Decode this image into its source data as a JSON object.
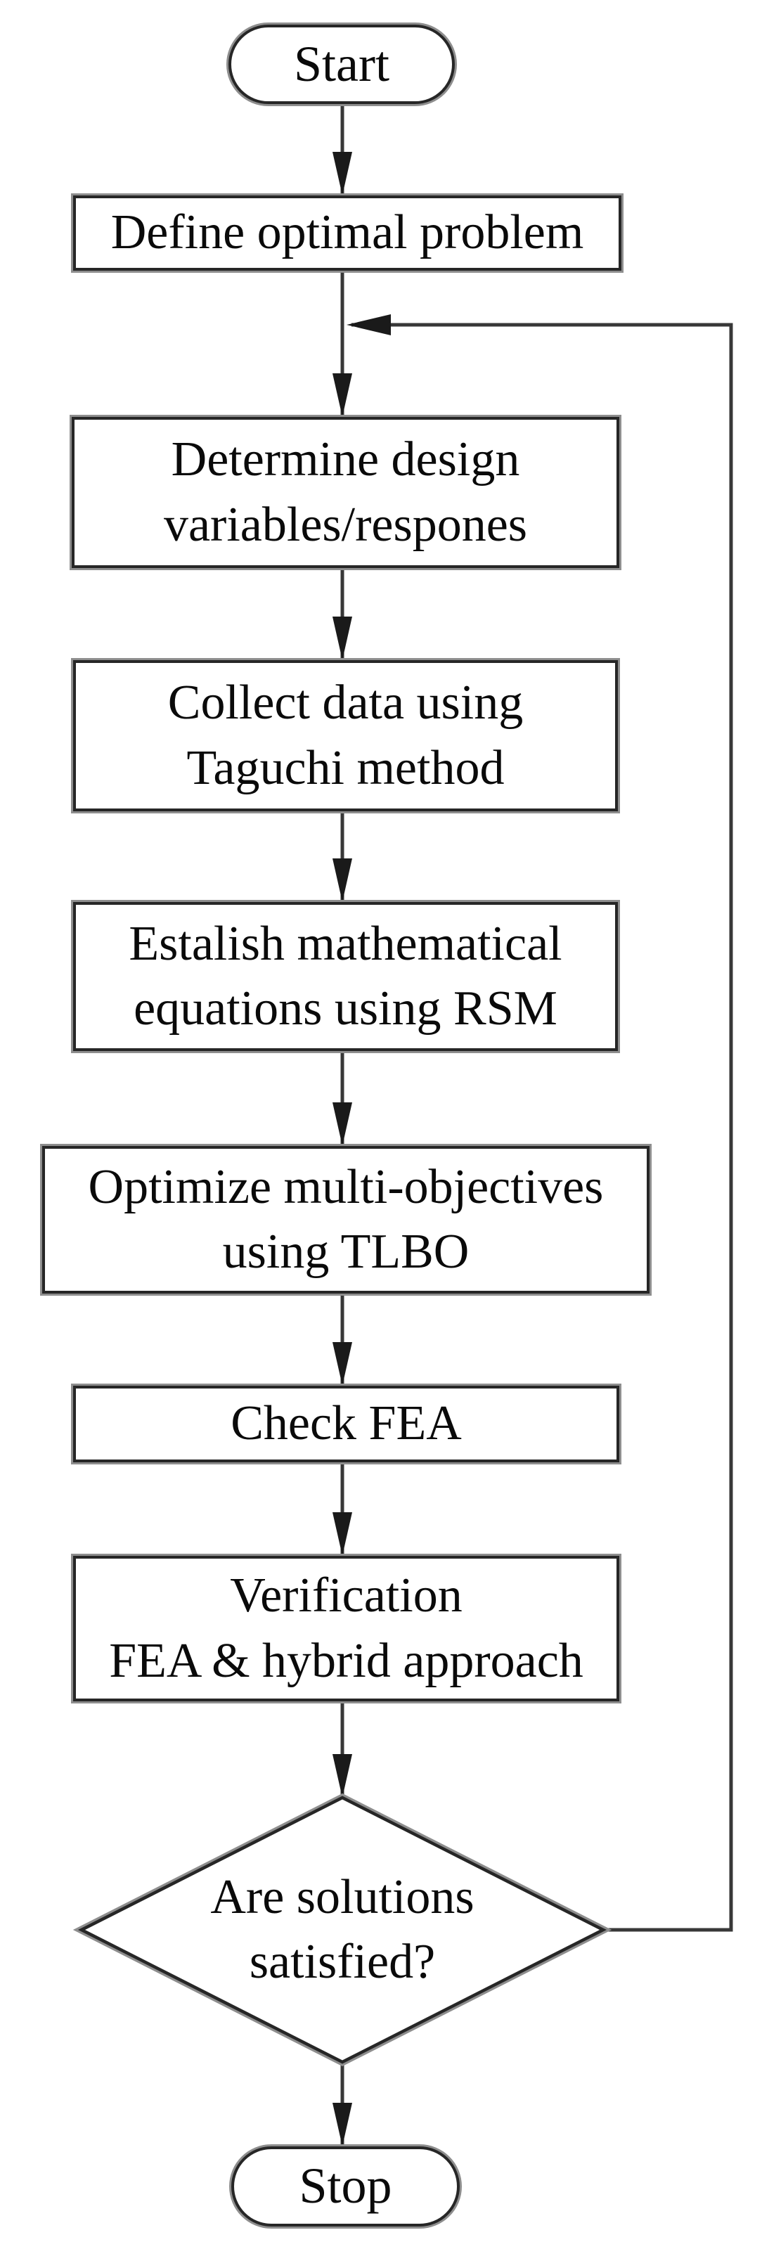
{
  "diagram": {
    "type": "flowchart",
    "background": "#ffffff",
    "line_color": "#262626",
    "halo_color": "#8e8e8e",
    "connector_color": "#383838",
    "text_color": "#0a0a0a",
    "nodes": {
      "start": {
        "shape": "terminator",
        "label": "Start"
      },
      "define": {
        "shape": "process",
        "label": "Define optimal problem"
      },
      "determine": {
        "shape": "process",
        "label": "Determine design\nvariables/respones"
      },
      "collect": {
        "shape": "process",
        "label": "Collect data using\nTaguchi method"
      },
      "establish": {
        "shape": "process",
        "label": "Estalish mathematical\nequations using RSM"
      },
      "optimize": {
        "shape": "process",
        "label": "Optimize multi-objectives\nusing TLBO"
      },
      "check": {
        "shape": "process",
        "label": "Check FEA"
      },
      "verification": {
        "shape": "process",
        "label": "Verification\nFEA & hybrid approach"
      },
      "decision": {
        "shape": "decision",
        "label": "Are solutions\nsatisfied?"
      },
      "stop": {
        "shape": "terminator",
        "label": "Stop"
      }
    },
    "edges": [
      {
        "from": "start",
        "to": "define"
      },
      {
        "from": "define",
        "to": "determine"
      },
      {
        "from": "determine",
        "to": "collect"
      },
      {
        "from": "collect",
        "to": "establish"
      },
      {
        "from": "establish",
        "to": "optimize"
      },
      {
        "from": "optimize",
        "to": "check"
      },
      {
        "from": "check",
        "to": "verification"
      },
      {
        "from": "verification",
        "to": "decision"
      },
      {
        "from": "decision",
        "to": "stop"
      },
      {
        "from": "decision",
        "to": "determine",
        "note": "feedback loop from decision right vertex"
      }
    ]
  }
}
